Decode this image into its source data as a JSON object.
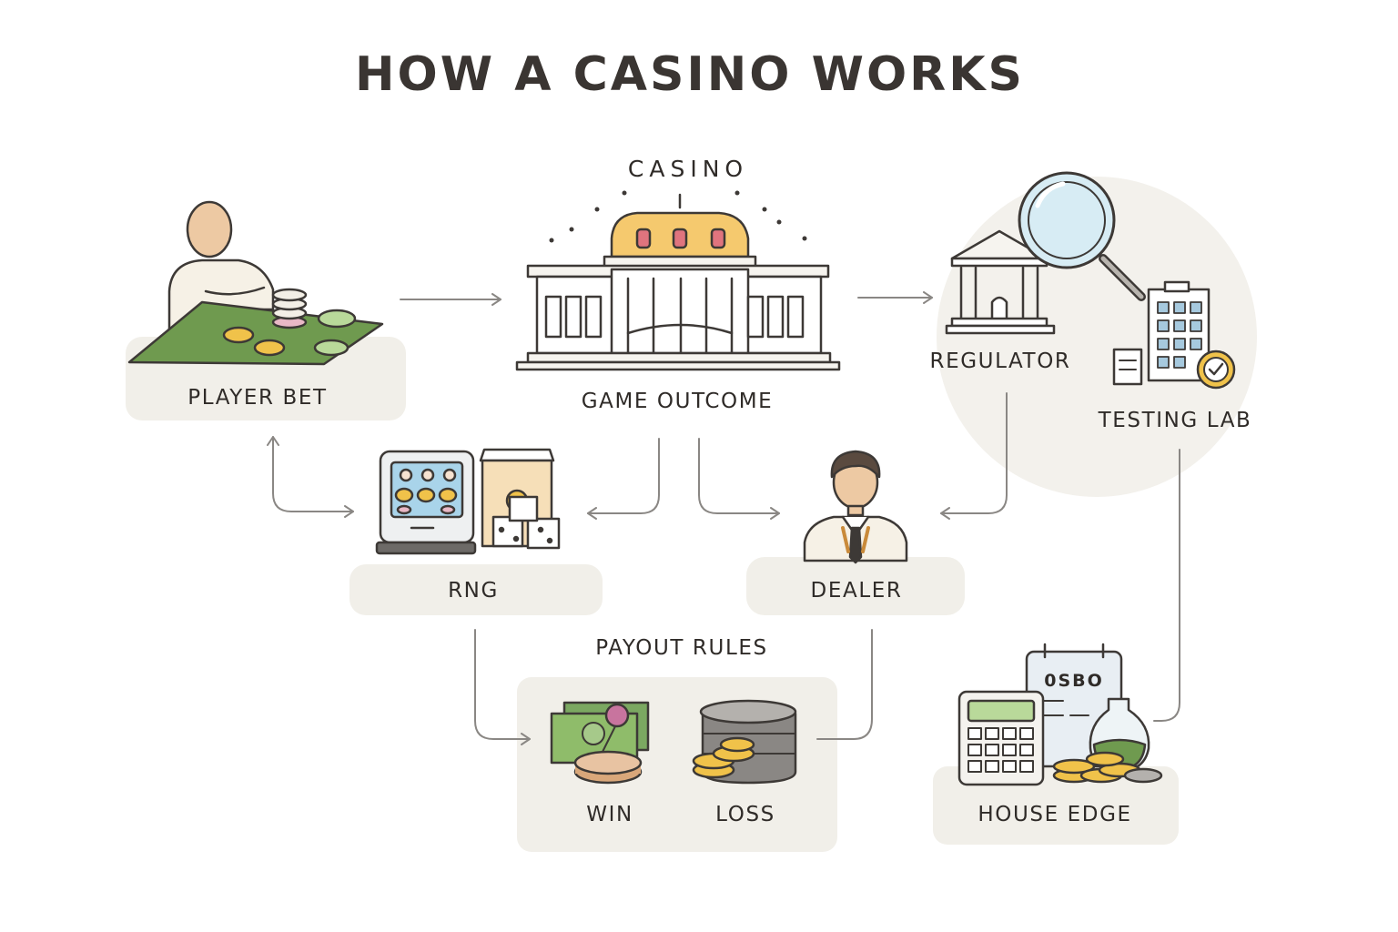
{
  "title": "HOW A CASINO WORKS",
  "nodes": {
    "casino_sign": "CASINO",
    "player_bet": "PLAYER BET",
    "game_outcome": "GAME OUTCOME",
    "regulator": "REGULATOR",
    "testing_lab": "TESTING LAB",
    "rng": "RNG",
    "dealer": "DEALER",
    "payout_rules": "PAYOUT RULES",
    "win": "WIN",
    "loss": "LOSS",
    "house_edge": "HOUSE EDGE",
    "ledger_figure": "0SBO"
  },
  "colors": {
    "stroke": "#3d3936",
    "panel": "#f1efe9",
    "felt": "#6f9a4f",
    "gold": "#f0c24a",
    "dome": "#f5c96e",
    "chip_red": "#e0747e",
    "arrow": "#8a8784",
    "lens": "#d7ecf4",
    "circle": "#f3f1ec"
  }
}
